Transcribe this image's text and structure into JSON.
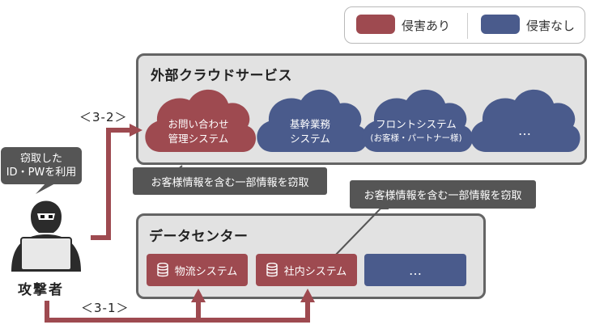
{
  "legend": {
    "infringed_label": "侵害あり",
    "not_infringed_label": "侵害なし",
    "infringed_color": "#9e4a50",
    "not_infringed_color": "#4a5b8c"
  },
  "external_cloud": {
    "title": "外部クラウドサービス",
    "clouds": [
      {
        "line1": "お問い合わせ",
        "line2": "管理システム",
        "status": "infringed"
      },
      {
        "line1": "基幹業務",
        "line2": "システム",
        "status": "not_infringed"
      },
      {
        "line1": "フロントシステム",
        "line2": "(お客様・パートナー様)",
        "status": "not_infringed"
      },
      {
        "line1": "…",
        "line2": "",
        "status": "not_infringed"
      }
    ]
  },
  "datacenter": {
    "title": "データセンター",
    "systems": [
      {
        "label": "物流システム",
        "status": "infringed"
      },
      {
        "label": "社内システム",
        "status": "infringed"
      },
      {
        "label": "…",
        "status": "not_infringed"
      }
    ]
  },
  "attacker": {
    "label": "攻撃者",
    "speech_line1": "窃取した",
    "speech_line2": "ID・PWを利用"
  },
  "paths": {
    "route_3_2": "＜3-2＞",
    "route_3_1": "＜3-1＞"
  },
  "callouts": {
    "cloud_theft": "お客様情報を含む一部情報を窃取",
    "dc_theft": "お客様情報を含む一部情報を窃取"
  }
}
